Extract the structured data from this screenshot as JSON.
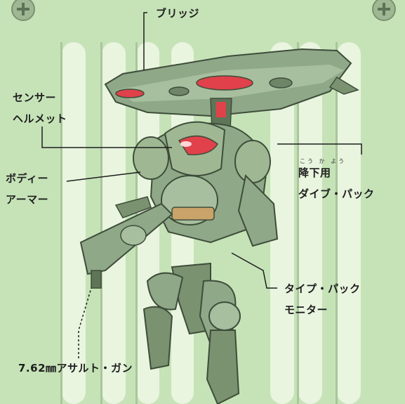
{
  "labels": {
    "bridge": "ブリッジ",
    "sensor_helmet_line1": "センサー",
    "sensor_helmet_line2": "ヘルメット",
    "body_armor_line1": "ボディー",
    "body_armor_line2": "アーマー",
    "descent_type_pack_line1": "降下用",
    "descent_type_pack_ruby": "こう か よう",
    "descent_type_pack_line2": "ダイブ・パック",
    "type_pack_monitor_line1": "タイプ・パック",
    "type_pack_monitor_line2": "モニター",
    "assault_gun": "7.62㎜アサルト・ガン"
  },
  "colors": {
    "background": "#c6e3b8",
    "stripe": "#e9f5df",
    "armor": "#8fa888",
    "armor_dark": "#5f7558",
    "visor": "#e0414a",
    "line": "#1e1e1e"
  },
  "icons": [
    "crosshair-icon",
    "crosshair-icon"
  ]
}
